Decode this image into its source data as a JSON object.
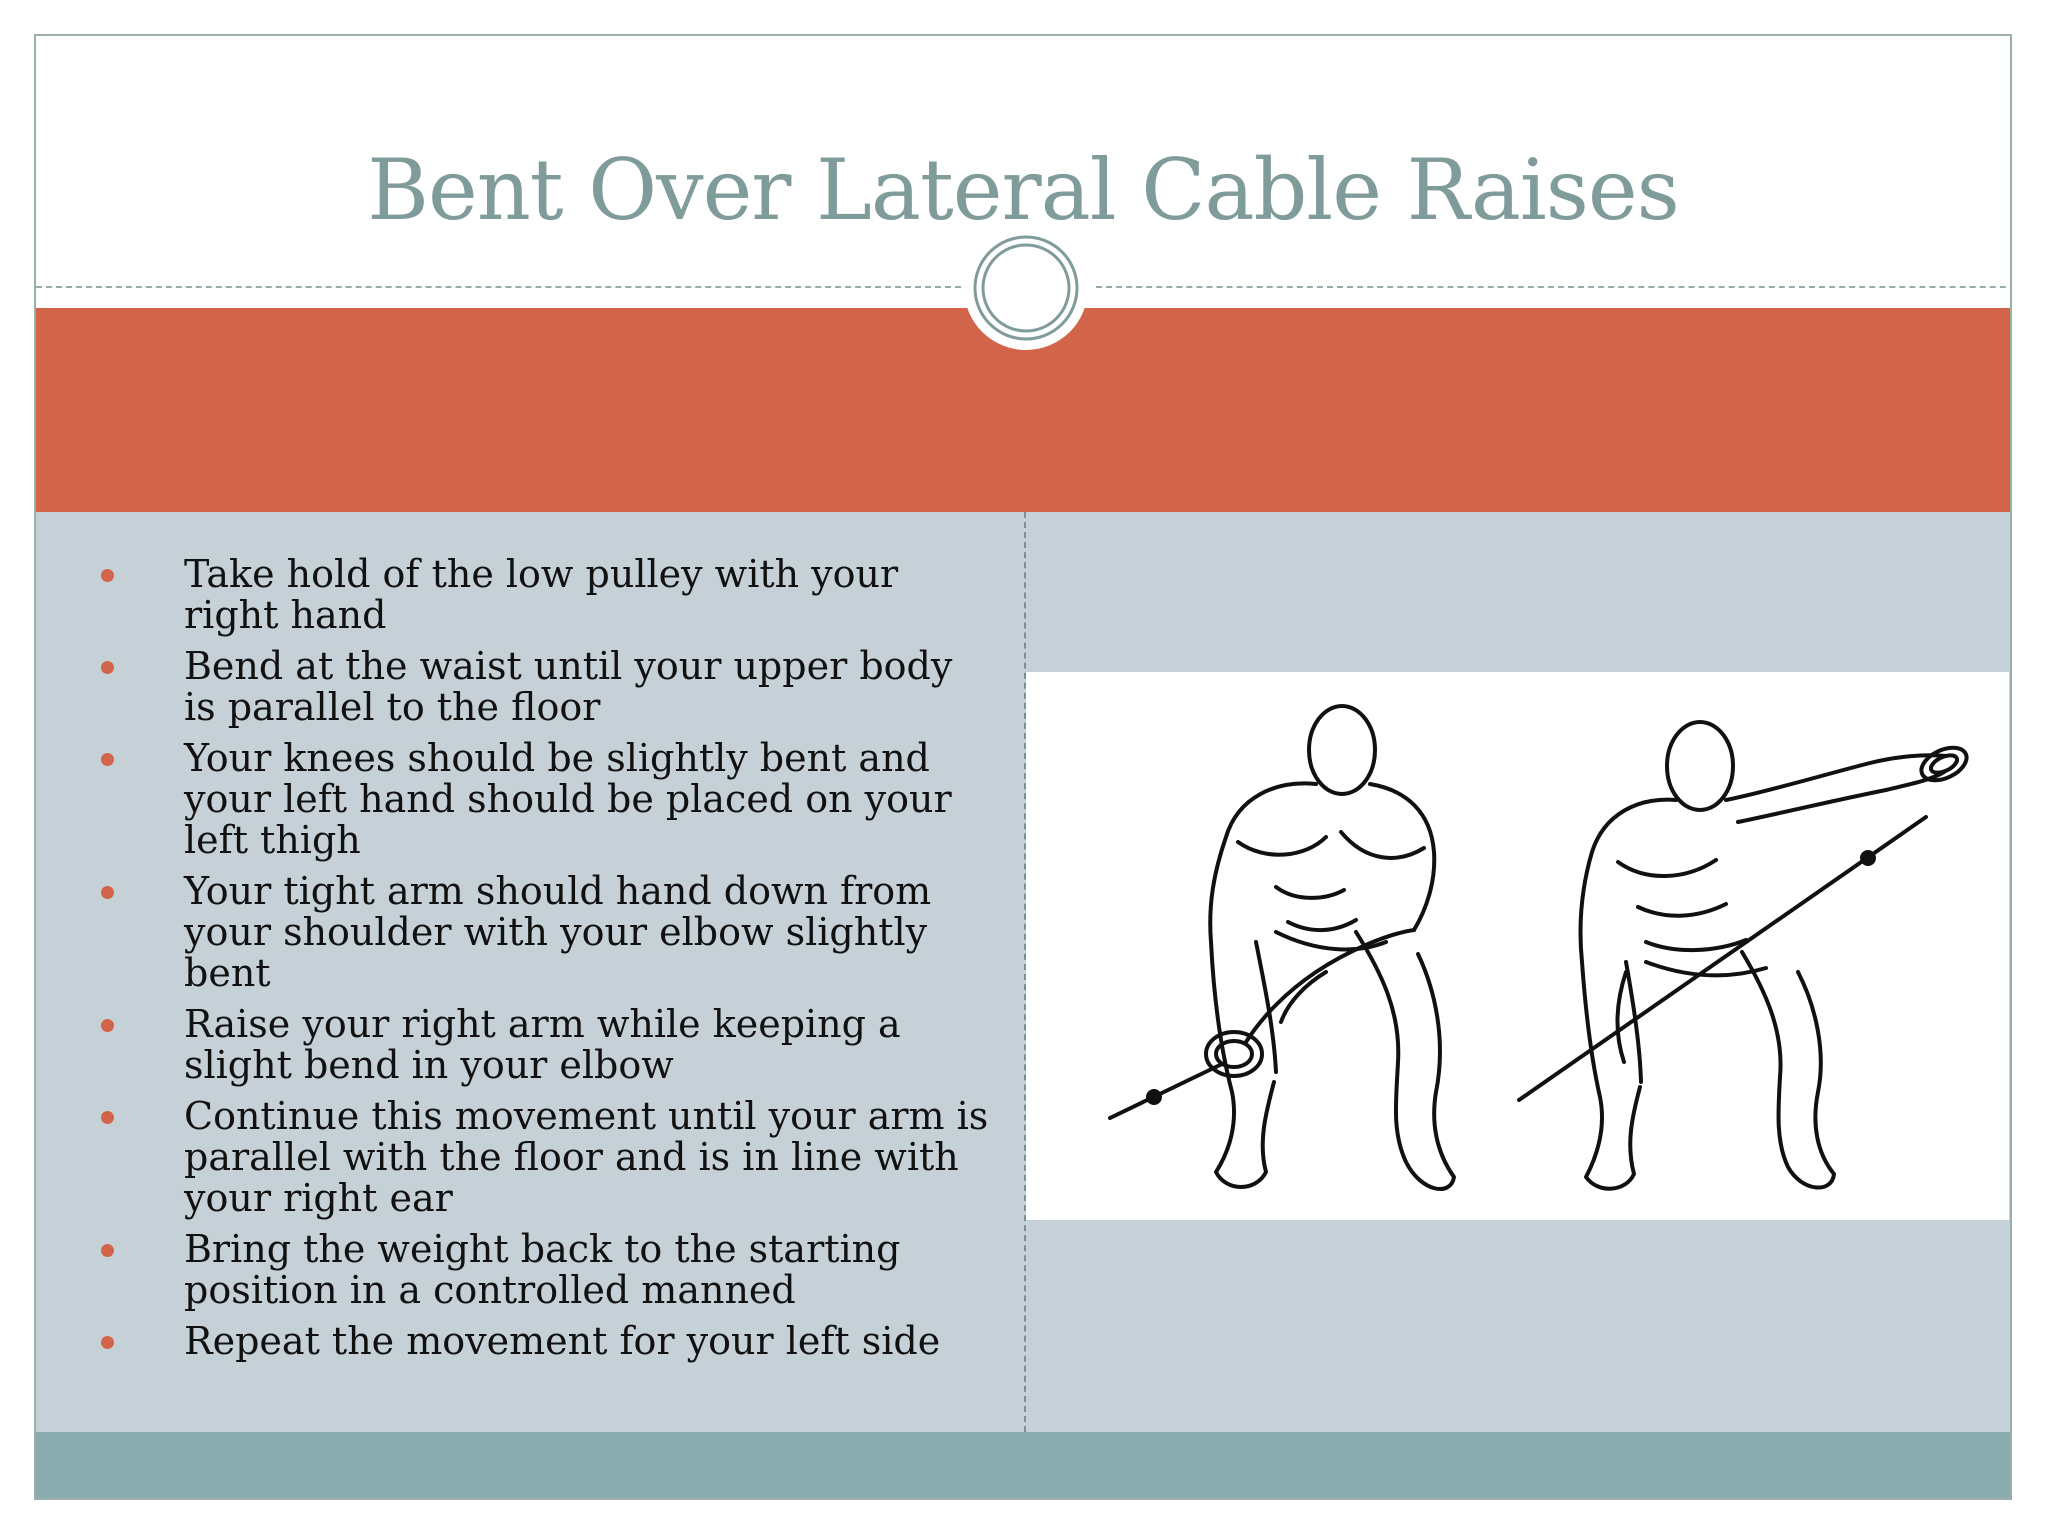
{
  "slide": {
    "title": "Bent Over Lateral Cable Raises",
    "bullets": [
      "Take hold of the low pulley with your right hand",
      "Bend at the waist until your upper body is parallel to the floor",
      "Your knees should be slightly bent and your left hand should be placed on your left thigh",
      "Your tight arm should hand down from your shoulder with your elbow slightly bent",
      "Raise your right arm while keeping a slight bend in your elbow",
      "Continue this movement until your arm is parallel with the floor and is in line with your right ear",
      "Bring the weight back to the starting position in a controlled manned",
      "Repeat the movement for your left side"
    ]
  },
  "colors": {
    "title": "#7f9c9a",
    "accent_band": "#d2644a",
    "content_bg": "#c5d1d6",
    "footer_band": "#8aacaf",
    "bullet": "#d2644a"
  },
  "illustration": {
    "icon": "exercise-figures-illustration"
  }
}
